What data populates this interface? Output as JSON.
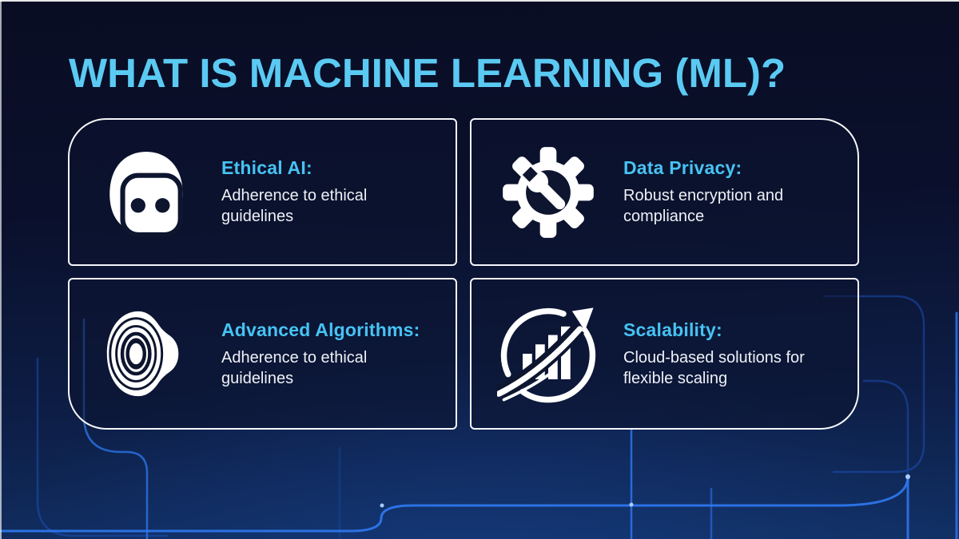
{
  "slide": {
    "title": "WHAT IS MACHINE LEARNING (ML)?"
  },
  "cards": [
    {
      "id": "ethical-ai",
      "icon": "robot-icon",
      "heading": "Ethical AI:",
      "body": "Adherence to ethical guidelines"
    },
    {
      "id": "data-privacy",
      "icon": "gear-wrench-icon",
      "heading": "Data Privacy:",
      "body": "Robust encryption and compliance"
    },
    {
      "id": "advanced-algorithms",
      "icon": "vortex-icon",
      "heading": "Advanced Algorithms:",
      "body": "Adherence to ethical guidelines"
    },
    {
      "id": "scalability",
      "icon": "growth-arrow-icon",
      "heading": "Scalability:",
      "body": "Cloud-based solutions for flexible scaling"
    }
  ],
  "colors": {
    "title": "#5BCAF3",
    "card_heading": "#46C3F3",
    "body_text": "#EEF1F7",
    "card_border": "#F5F7FA",
    "background_top": "#090D23",
    "background_bottom": "#113064",
    "circuit_bright": "#2F79F2",
    "circuit_dim": "#1D52BE"
  }
}
